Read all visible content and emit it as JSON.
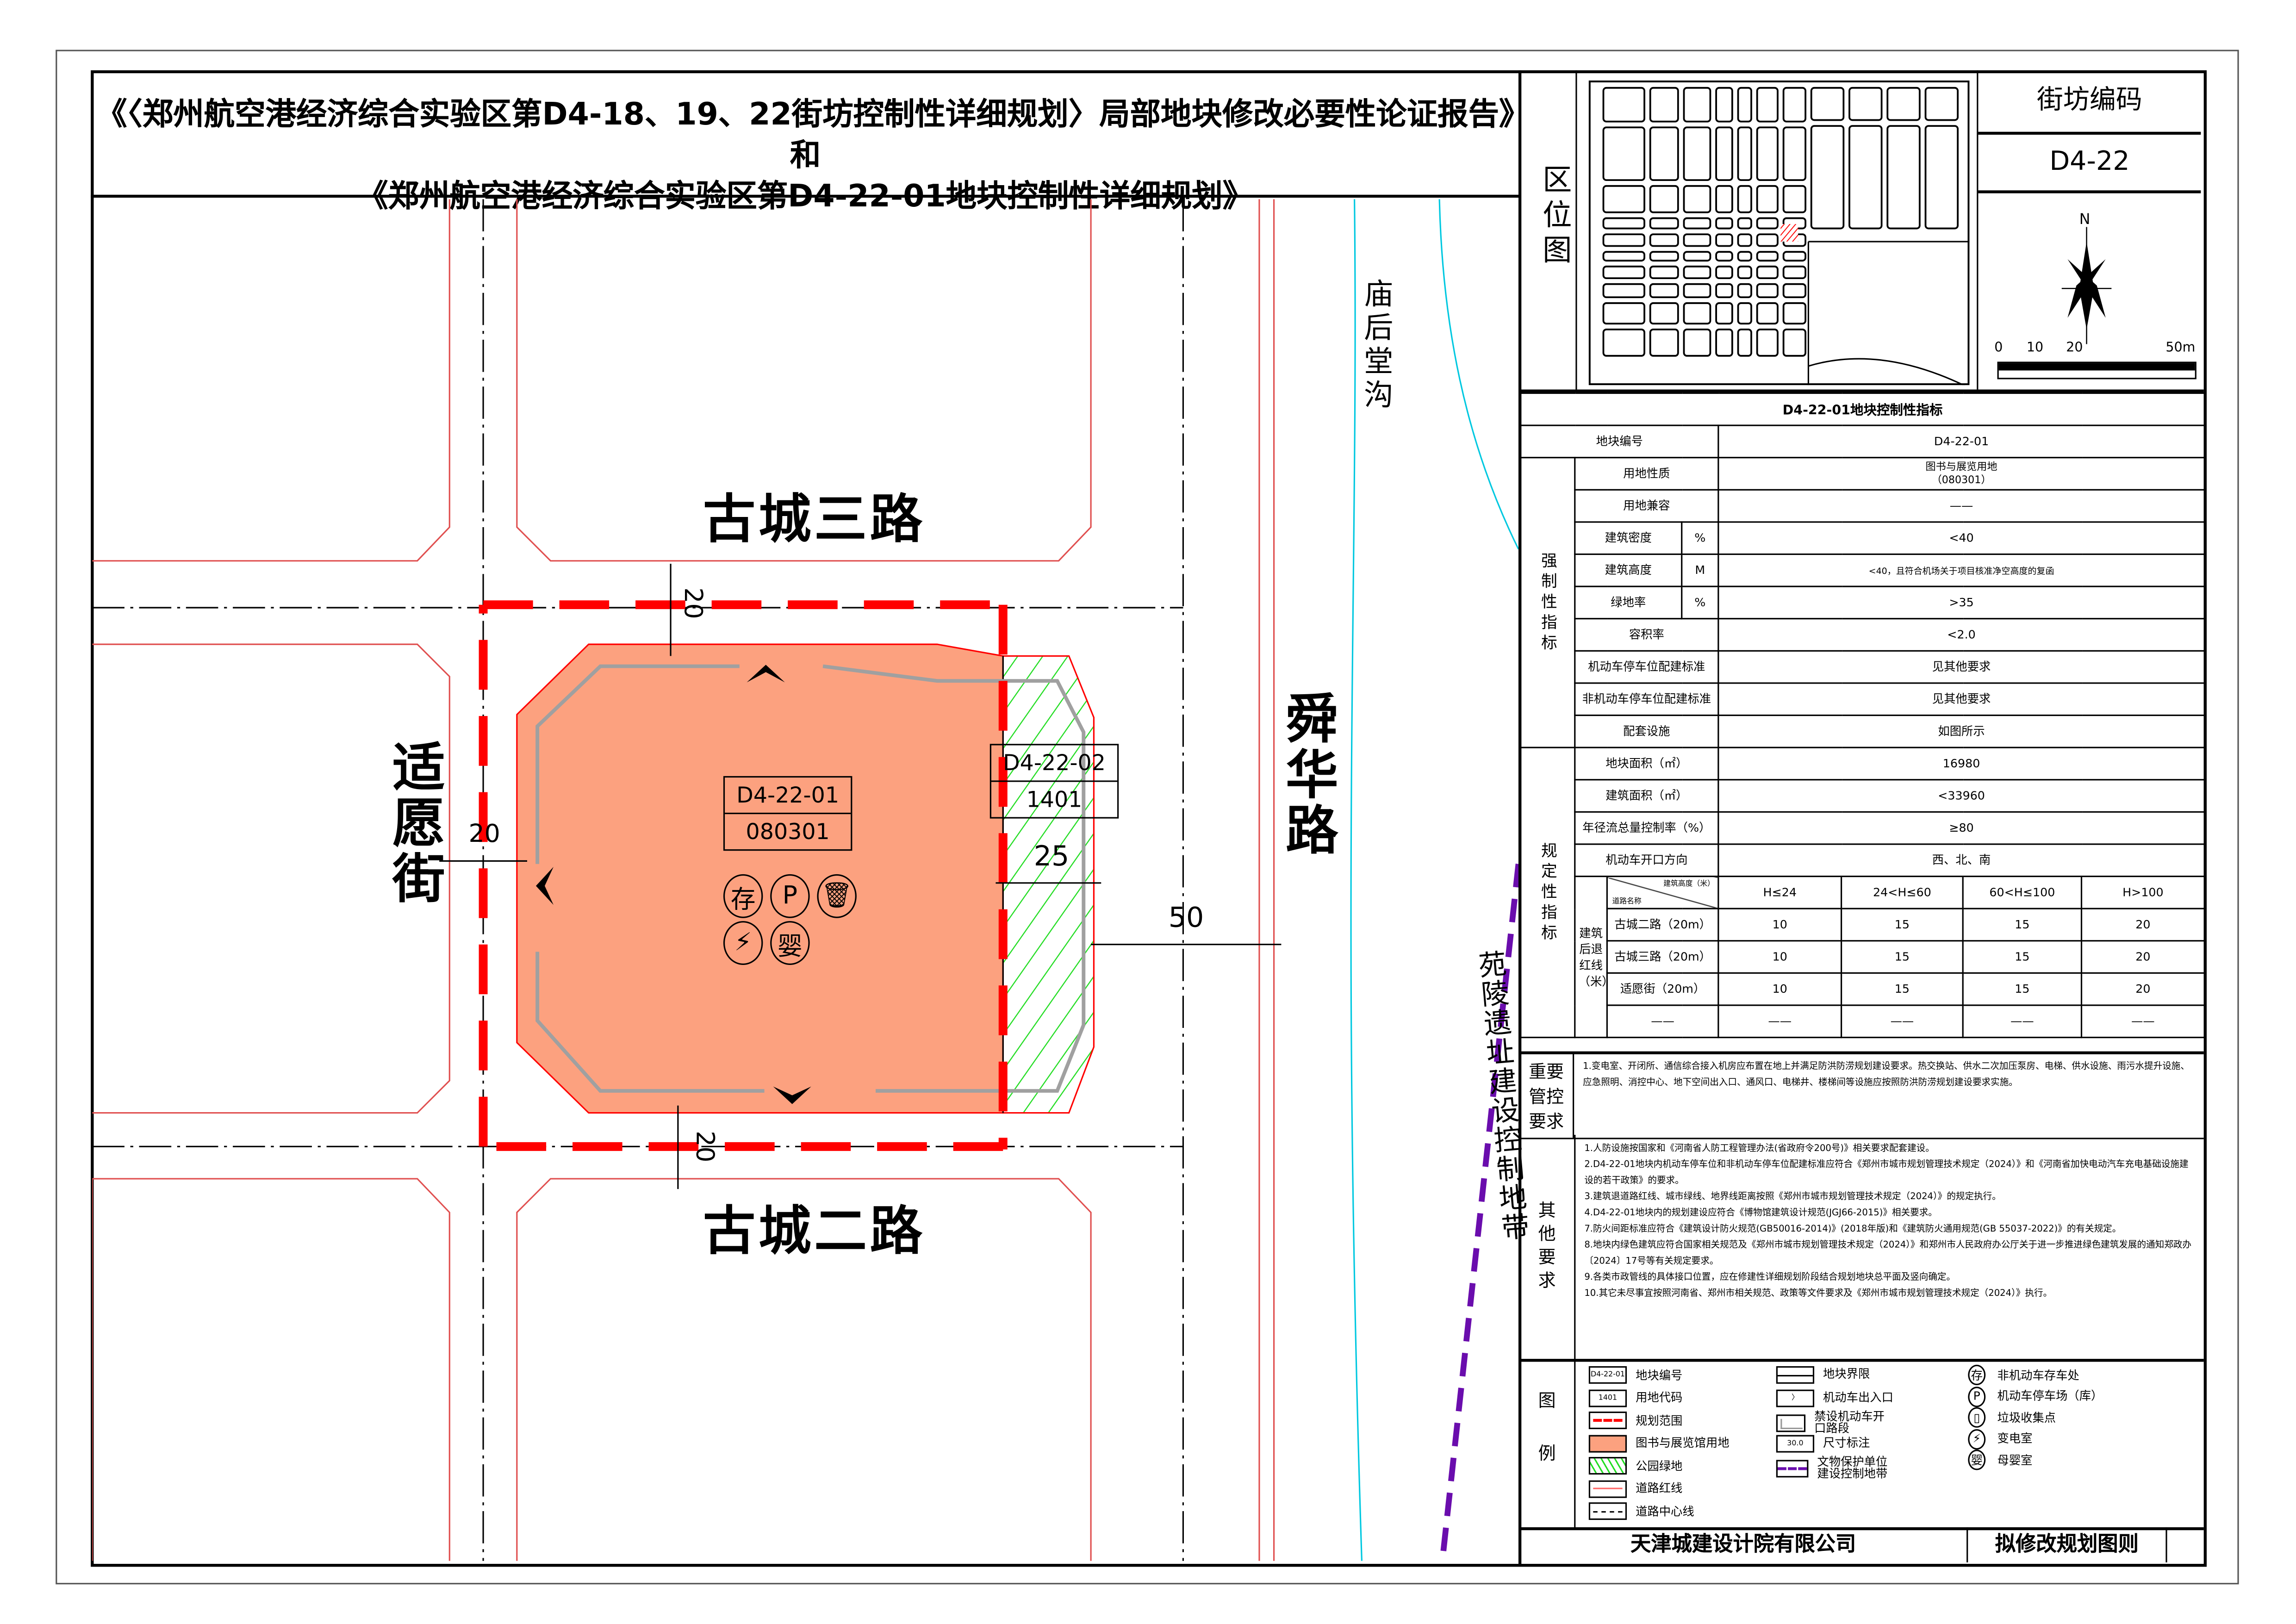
{
  "title": {
    "line1": "《〈郑州航空港经济综合实验区第D4-18、19、22街坊控制性详细规划〉局部地块修改必要性论证报告》和",
    "line2": "《郑州航空港经济综合实验区第D4-22-01地块控制性详细规划》"
  },
  "map": {
    "roads": {
      "north": "古城三路",
      "south": "古城二路",
      "west": "适愿街",
      "east": "舜华路"
    },
    "water": "庙后堂沟",
    "heritage_zone": "苑陵遗址建设控制地带",
    "parcel_main": {
      "code": "D4-22-01",
      "land_code": "080301"
    },
    "parcel_green": {
      "code": "D4-22-02",
      "land_code": "1401"
    },
    "dimensions": {
      "north": "20",
      "west": "20",
      "south": "20",
      "green": "25",
      "east": "50"
    },
    "facility_icons": [
      "存",
      "P",
      "",
      "",
      "婴"
    ]
  },
  "location": {
    "label": "区位图",
    "block_code_label": "街坊编码",
    "block_code": "D4-22",
    "north": "N",
    "scale": [
      "0",
      "10",
      "20",
      "50m"
    ]
  },
  "indicators": {
    "title": "D4-22-01地块控制性指标",
    "parcel_id_label": "地块编号",
    "parcel_id": "D4-22-01",
    "mandatory_label": "强制性指标",
    "mandatory": [
      {
        "name": "用地性质",
        "unit": "",
        "value": "图书与展览用地",
        "value2": "（080301）"
      },
      {
        "name": "用地兼容",
        "unit": "",
        "value": "——"
      },
      {
        "name": "建筑密度",
        "unit": "%",
        "value": "<40"
      },
      {
        "name": "建筑高度",
        "unit": "M",
        "value": "<40，且符合机场关于项目核准净空高度的复函"
      },
      {
        "name": "绿地率",
        "unit": "%",
        "value": ">35"
      },
      {
        "name": "容积率",
        "unit": "",
        "value": "<2.0"
      },
      {
        "name": "机动车停车位配建标准",
        "unit": "",
        "value": "见其他要求"
      },
      {
        "name": "非机动车停车位配建标准",
        "unit": "",
        "value": "见其他要求"
      },
      {
        "name": "配套设施",
        "unit": "",
        "value": "如图所示"
      }
    ],
    "regulatory_label": "规定性指标",
    "regulatory": [
      {
        "name": "地块面积（㎡）",
        "value": "16980"
      },
      {
        "name": "建筑面积（㎡）",
        "value": "<33960"
      },
      {
        "name": "年径流总量控制率（%）",
        "value": "≥80"
      },
      {
        "name": "机动车开口方向",
        "value": "西、北、南"
      }
    ],
    "setback": {
      "label": "建筑后退红线（米）",
      "height_header": "建筑高度（米）",
      "road_header": "道路名称",
      "columns": [
        "H≤24",
        "24<H≤60",
        "60<H≤100",
        "H>100"
      ],
      "rows": [
        {
          "road": "古城二路（20m）",
          "values": [
            "10",
            "15",
            "15",
            "20"
          ]
        },
        {
          "road": "古城三路（20m）",
          "values": [
            "10",
            "15",
            "15",
            "20"
          ]
        },
        {
          "road": "适愿街（20m）",
          "values": [
            "10",
            "15",
            "15",
            "20"
          ]
        },
        {
          "road": "——",
          "values": [
            "——",
            "——",
            "——",
            "——"
          ]
        }
      ]
    }
  },
  "key_controls": {
    "label": "重要管控要求",
    "text": "1.变电室、开闭所、通信综合接入机房应布置在地上并满足防洪防涝规划建设要求。热交换站、供水二次加压泵房、电梯、供水设施、雨污水提升设施、应急照明、消控中心、地下空间出入口、通风口、电梯井、楼梯间等设施应按照防洪防涝规划建设要求实施。"
  },
  "other_requirements": {
    "label": "其他要求",
    "items": [
      "1.人防设施按国家和《河南省人防工程管理办法(省政府令200号)》相关要求配套建设。",
      "2.D4-22-01地块内机动车停车位和非机动车停车位配建标准应符合《郑州市城市规划管理技术规定（2024）》和《河南省加快电动汽车充电基础设施建设的若干政策》的要求。",
      "3.建筑退道路红线、城市绿线、地界线距离按照《郑州市城市规划管理技术规定（2024）》的规定执行。",
      "4.D4-22-01地块内的规划建设应符合《博物馆建筑设计规范(JGJ66-2015)》相关要求。",
      "7.防火间距标准应符合《建筑设计防火规范(GB50016-2014)》(2018年版)和《建筑防火通用规范(GB 55037-2022)》的有关规定。",
      "8.地块内绿色建筑应符合国家相关规范及《郑州市城市规划管理技术规定（2024）》和郑州市人民政府办公厅关于进一步推进绿色建筑发展的通知郑政办〔2024〕17号等有关规定要求。",
      "9.各类市政管线的具体接口位置，应在修建性详细规划阶段结合规划地块总平面及竖向确定。",
      "10.其它未尽事宜按照河南省、郑州市相关规范、政策等文件要求及《郑州市城市规划管理技术规定（2024）》执行。"
    ]
  },
  "legend": {
    "label": "图例",
    "sample_code": "D4-22-01",
    "sample_land": "1401",
    "sample_dim": "30.0",
    "col1": [
      "地块编号",
      "用地代码",
      "规划范围",
      "图书与展览馆用地",
      "公园绿地",
      "道路红线",
      "道路中心线"
    ],
    "col2": [
      "地块界限",
      "机动车出入口",
      "禁设机动车开口路段",
      "尺寸标注",
      "文物保护单位建设控制地带"
    ],
    "col3": [
      {
        "icon": "存",
        "label": "非机动车存车处"
      },
      {
        "icon": "P",
        "label": "机动车停车场（库）"
      },
      {
        "icon": "",
        "label": "垃圾收集点"
      },
      {
        "icon": "",
        "label": "变电室"
      },
      {
        "icon": "婴",
        "label": "母婴室"
      }
    ]
  },
  "footer": {
    "company": "天津城建设计院有限公司",
    "drawing": "拟修改规划图则"
  },
  "colors": {
    "library": "#FCA17F",
    "green": "#22DD22",
    "red": "#FF0000",
    "water": "#00C8E0",
    "heritage": "#6A0DAD",
    "setback": "#A0A0A0"
  }
}
